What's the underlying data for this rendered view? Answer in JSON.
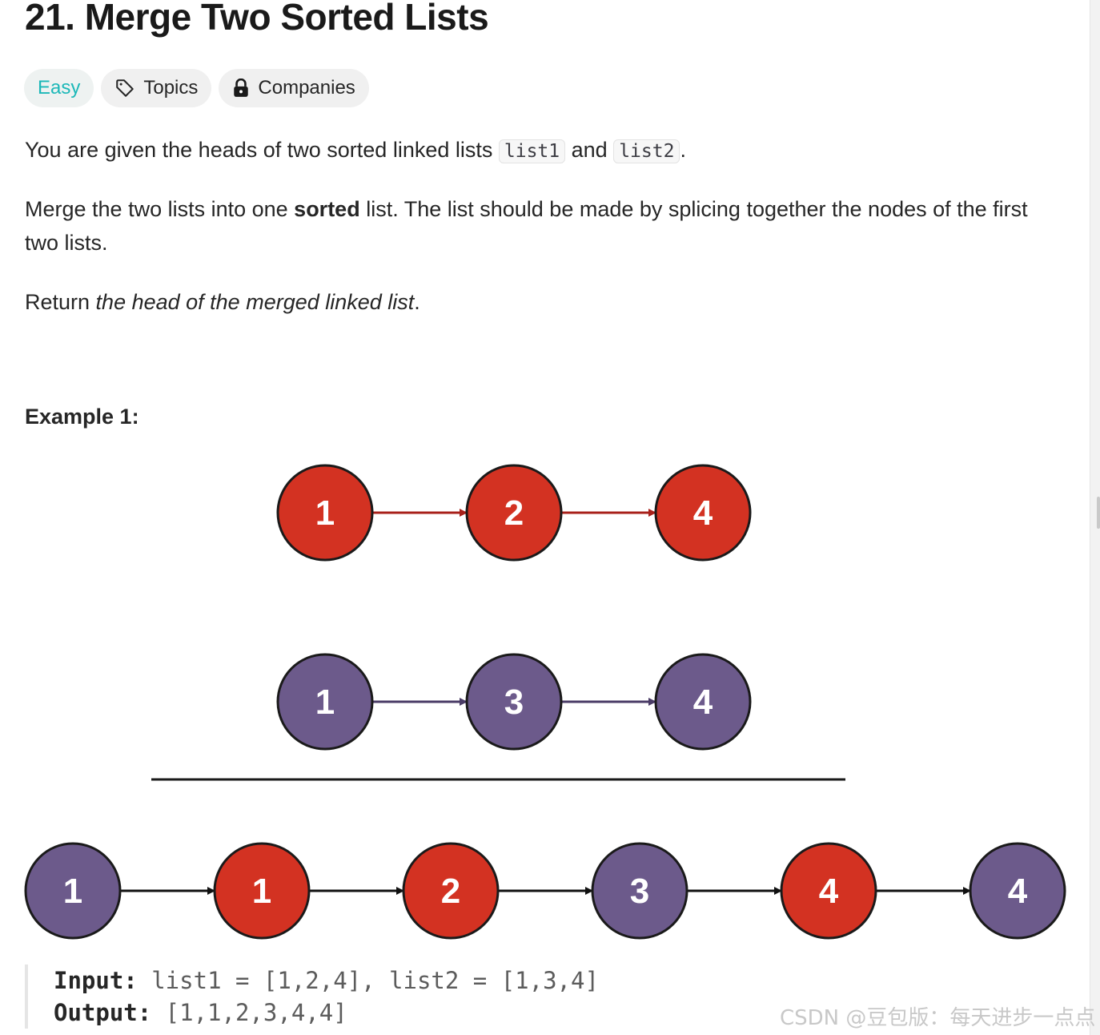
{
  "problem": {
    "title": "21. Merge Two Sorted Lists",
    "difficulty": "Easy",
    "topics_label": "Topics",
    "companies_label": "Companies"
  },
  "description": {
    "p1_text": "You are given the heads of two sorted linked lists ",
    "p1_code1": "list1",
    "p1_and": " and ",
    "p1_code2": "list2",
    "p1_end": ".",
    "p2_text1": "Merge the two lists into one ",
    "p2_bold": "sorted",
    "p2_text2": " list. The list should be made by splicing together the nodes of the first two lists.",
    "p3_text1": "Return ",
    "p3_italic": "the head of the merged linked list",
    "p3_end": "."
  },
  "example": {
    "title": "Example 1:",
    "diagram": {
      "list1": [
        1,
        2,
        4
      ],
      "list2": [
        1,
        3,
        4
      ],
      "merged": [
        {
          "value": 1,
          "from": "list2"
        },
        {
          "value": 1,
          "from": "list1"
        },
        {
          "value": 2,
          "from": "list1"
        },
        {
          "value": 3,
          "from": "list2"
        },
        {
          "value": 4,
          "from": "list1"
        },
        {
          "value": 4,
          "from": "list2"
        }
      ],
      "colors": {
        "list1": "#d33222",
        "list2": "#6c5a8b",
        "outline": "#1a1a1a"
      }
    },
    "input_label": "Input:",
    "input_value": " list1 = [1,2,4], list2 = [1,3,4]",
    "output_label": "Output:",
    "output_value": " [1,1,2,3,4,4]"
  },
  "watermark": "CSDN @豆包版：每天进步一点点"
}
